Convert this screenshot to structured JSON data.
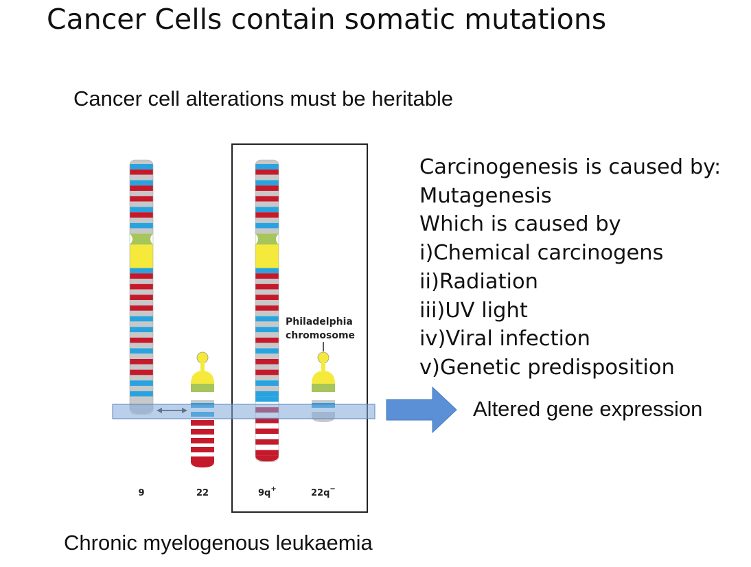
{
  "slide": {
    "title": "Cancer Cells contain somatic mutations",
    "subtitle": "Cancer cell alterations  must be heritable",
    "causes": [
      "Carcinogenesis is caused by:",
      "Mutagenesis",
      "Which is caused by",
      "i)Chemical carcinogens",
      "ii)Radiation",
      "iii)UV light",
      "iv)Viral infection",
      "v)Genetic predisposition"
    ],
    "result_label": "Altered gene expression",
    "caption": "Chronic myelogenous leukaemia"
  },
  "diagram": {
    "philadelphia_label": [
      "Philadelphia",
      "chromosome"
    ],
    "chromosome_labels": {
      "chr9": "9",
      "chr22": "22",
      "chr9q_base": "9q",
      "chr9q_sup": "+",
      "chr22q_base": "22q",
      "chr22q_sup": "−"
    },
    "colors": {
      "red": "#c41a2b",
      "blue": "#29a3df",
      "gray": "#c8c8c8",
      "yellow": "#f5ea3b",
      "green": "#a6c55a",
      "highlight": "#7fa7d9",
      "arrow": "#5b8fd6"
    }
  }
}
